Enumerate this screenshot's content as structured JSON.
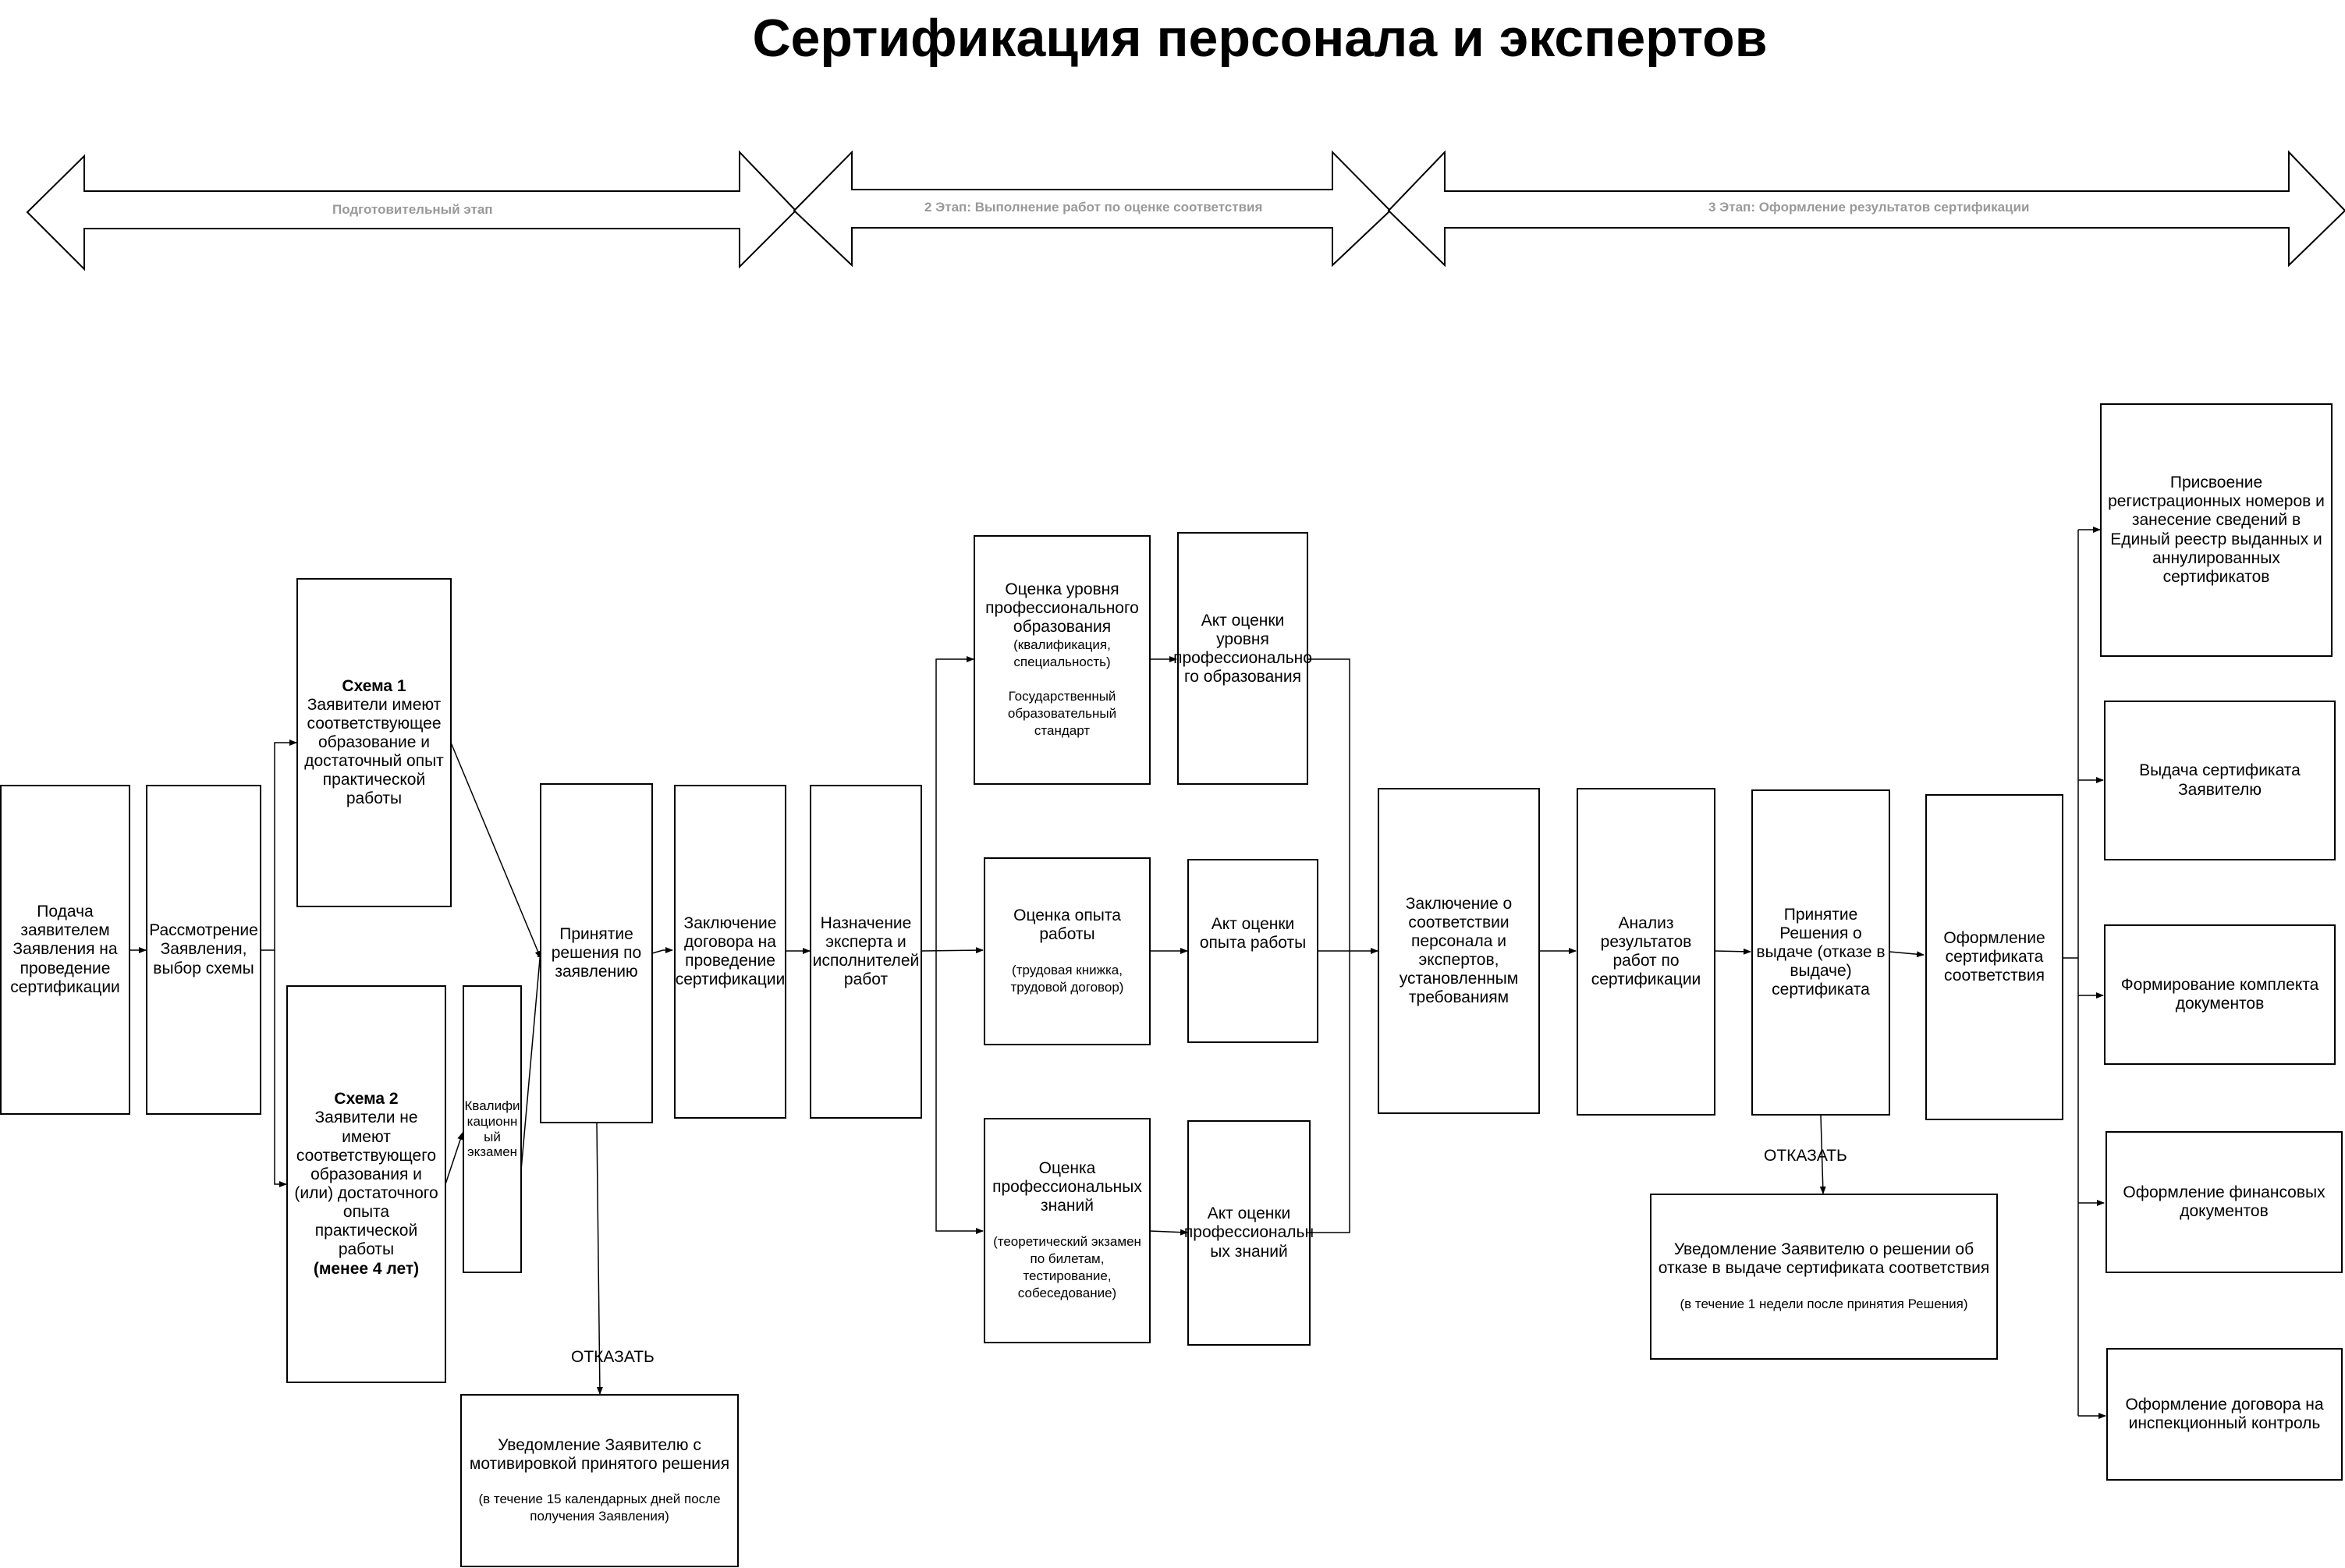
{
  "title": "Сертификация персонала и экспертов",
  "stages": [
    "Подготовительный этап",
    "2 Этап: Выполнение работ по оценке соответствия",
    "3 Этап: Оформление результатов сертификации"
  ],
  "boxes": {
    "submit": "Подача заявителем Заявления на проведение сертификации",
    "review": "Рассмотрение Заявления, выбор схемы",
    "scheme1_title": "Схема 1",
    "scheme1_text": "Заявители имеют соответствующее образование и достаточный опыт практической работы",
    "scheme2_title": "Схема 2",
    "scheme2_text": "Заявители не имеют соответствующего образования и (или) достаточного опыта практической работы",
    "scheme2_bold": "(менее 4 лет)",
    "qual_exam": "Квалифи кационн ый экзамен",
    "decision": "Принятие решения по заявлению",
    "contract": "Заключение договора на проведение сертификации",
    "appoint": "Назначение эксперта и исполнителей работ",
    "edu_eval_title": "Оценка уровня профессионального образования",
    "edu_eval_sub": "(квалификация, специальность)",
    "edu_eval_std": "Государственный образовательный стандарт",
    "exp_eval_title": "Оценка опыта работы",
    "exp_eval_sub": "(трудовая книжка, трудовой договор)",
    "know_eval_title": "Оценка профессиональных знаний",
    "know_eval_sub": "(теоретический экзамен по билетам, тестирование, собеседование)",
    "act_edu": "Акт оценки уровня профессионально го образования",
    "act_exp": "Акт оценки опыта работы",
    "act_know": "Акт оценки профессиональн ых знаний",
    "conclusion": "Заключение о соответствии персонала и экспертов, установленным требованиям",
    "analysis": "Анализ результатов работ по сертификации",
    "issue_decision": "Принятие Решения о выдаче (отказе в выдаче) сертификата",
    "formalize": "Оформление сертификата соответствия",
    "reg_numbers": "Присвоение регистрационных номеров и занесение сведений в Единый реестр выданных и аннулированных сертификатов",
    "give_cert": "Выдача сертификата Заявителю",
    "docs_set": "Формирование комплекта документов",
    "fin_docs": "Оформление финансовых документов",
    "insp_contract": "Оформление договора на инспекционный контроль",
    "notify1_title": "Уведомление Заявителю с мотивировкой принятого решения",
    "notify1_sub": "(в течение 15 календарных дней после получения Заявления)",
    "notify2_title": "Уведомление Заявителю о решении об отказе в выдаче сертификата соответствия",
    "notify2_sub": "(в течение 1 недели после принятия Решения)"
  },
  "refuse_label_1": "ОТКАЗАТЬ",
  "refuse_label_2": "ОТКАЗАТЬ"
}
